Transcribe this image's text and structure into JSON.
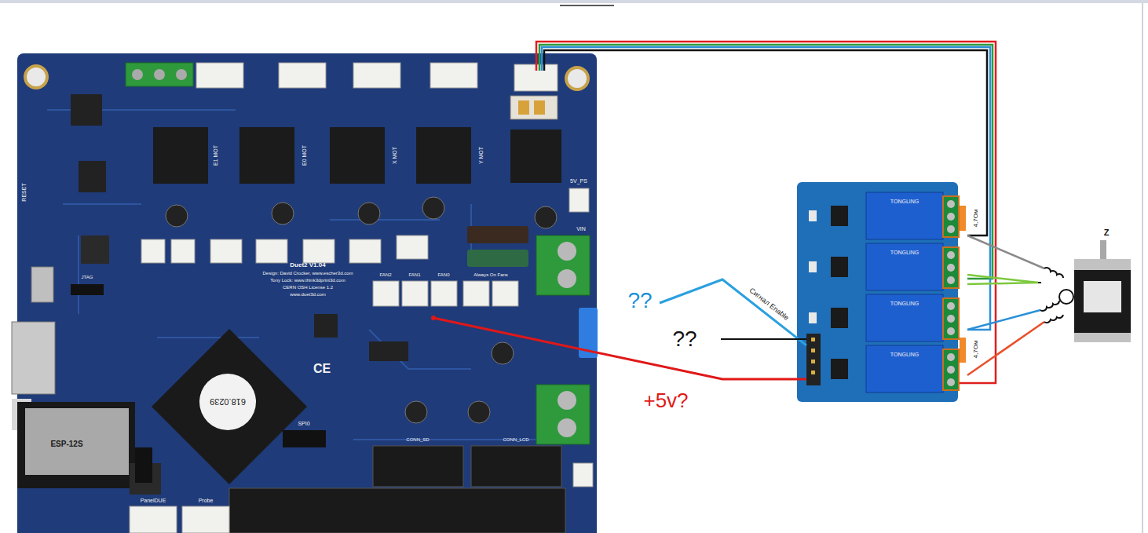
{
  "diagram": {
    "labels": [
      "??",
      "??",
      "+5v?",
      "Сигнал Enable",
      "4,7Ом",
      "4,7Ом",
      "Z",
      "Duet2 V1.04",
      "Design: David Crocker, www.escher3d.com",
      "Tony Lock: www.think3dprint3d.com",
      "CERN OSH License 1.2",
      "www.duet3d.com",
      "618.0239",
      "CE",
      "ESP-12S",
      "RESET",
      "5V_PS",
      "VIN",
      "FAN2",
      "FAN1",
      "FAN0",
      "Always On Fans",
      "CONN_SD",
      "CONN_LCD",
      "SPI0",
      "PanelDUE",
      "Probe",
      "E1 MOT",
      "E0 MOT",
      "X MOT",
      "Y MOT",
      "JTAG",
      "TONGLING",
      "TONGLING",
      "TONGLING",
      "TONGLING"
    ]
  }
}
